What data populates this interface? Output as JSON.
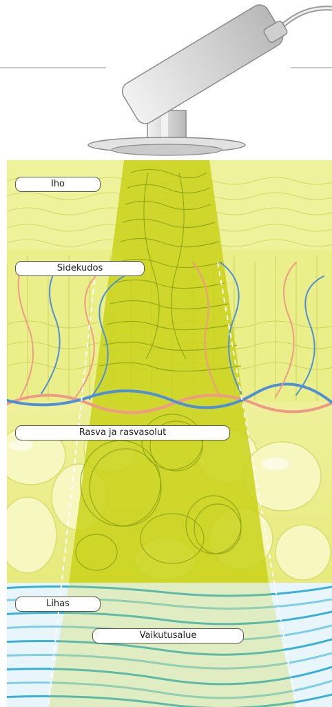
{
  "labels": {
    "skin": "Iho",
    "connective_tissue": "Sidekudos",
    "fat": "Rasva ja rasvasolut",
    "muscle": "Lihas",
    "effect_area": "Vaikutusalue"
  },
  "colors": {
    "background": "#ffffff",
    "skin": "#eef29a",
    "connective": "#eaef8a",
    "fat": "#eff19b",
    "fat_cell": "#f7f8c0",
    "effect_zone": "#c9d219",
    "effect_lines": "#8ea314",
    "vein": "#4f8fd6",
    "artery": "#ef9a86",
    "muscle_bg": "#e8f6fb",
    "muscle_line": "#39b0d6",
    "device": "#dcdcdc",
    "device_outline": "#8a8a8a"
  },
  "icons": {
    "device": "ultrasound-probe-icon"
  }
}
